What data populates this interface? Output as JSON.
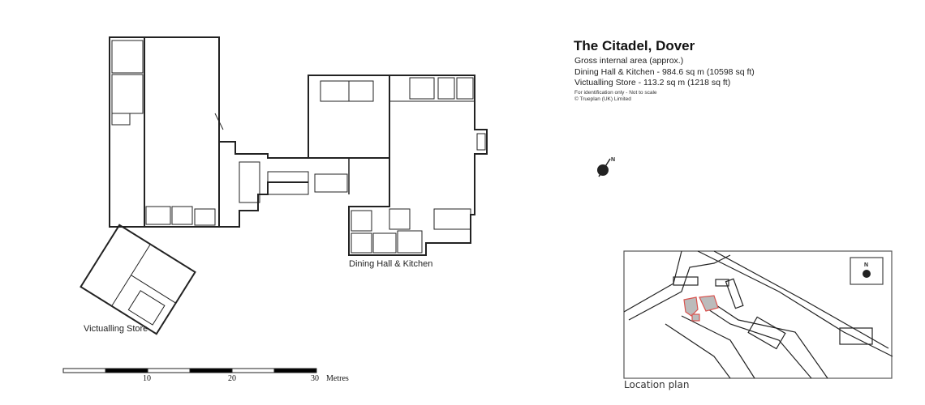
{
  "header": {
    "title": "The Citadel, Dover",
    "subtitle": "Gross internal area (approx.)",
    "areas": [
      "Dining Hall & Kitchen - 984.6 sq m (10598 sq ft)",
      "Victualling Store - 113.2 sq m (1218 sq ft)"
    ],
    "disclaimer": "For identification only - Not to scale",
    "copyright": "© Trueplan (UK) Limited"
  },
  "plans": {
    "dining_label": "Dining Hall & Kitchen",
    "store_label": "Victualling Store"
  },
  "scale_bar": {
    "ticks": [
      "10",
      "20",
      "30"
    ],
    "unit": "Metres"
  },
  "location_plan": {
    "label": "Location plan",
    "north": "N",
    "highlight_color": "#d9534f"
  }
}
